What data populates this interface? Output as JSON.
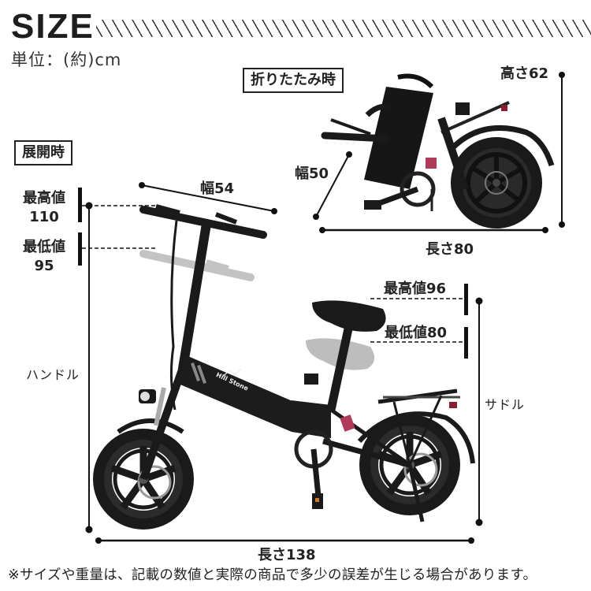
{
  "header": {
    "title": "SIZE",
    "unit": "単位：(約)cm"
  },
  "folded": {
    "section_label": "折りたたみ時",
    "height_label": "高さ62",
    "width_label": "幅50",
    "length_label": "長さ80"
  },
  "unfolded": {
    "section_label": "展開時",
    "width_label": "幅54",
    "handle": {
      "max_label": "最高値",
      "max_value": "110",
      "min_label": "最低値",
      "min_value": "95",
      "axis_label": "ハンドル"
    },
    "saddle": {
      "max_label": "最高値96",
      "min_label": "最低値80",
      "axis_label": "サドル"
    },
    "length_label": "長さ138"
  },
  "bike": {
    "brand_text": "Hill Stone"
  },
  "footnote": "※サイズや重量は、記載の数値と実際の商品で多少の誤差が生じる場合があります。",
  "colors": {
    "ink": "#1e1e1e",
    "frame": "#1c1c1c",
    "ghost": "#b8b8b8",
    "accent_shock": "#b03a5a"
  }
}
